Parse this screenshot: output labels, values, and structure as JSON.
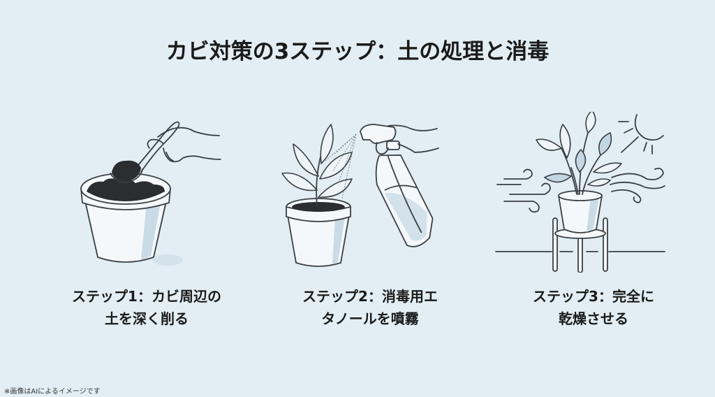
{
  "title": "カビ対策の3ステップ：土の処理と消毒",
  "steps": [
    {
      "line1": "ステップ1：カビ周辺の",
      "line2": "土を深く削る",
      "illustration": "hand-spoon-scooping-soil-from-pot"
    },
    {
      "line1": "ステップ2：消毒用エ",
      "line2": "タノールを噴霧",
      "illustration": "hand-spraying-bottle-over-potted-plant"
    },
    {
      "line1": "ステップ3：完全に",
      "line2": "乾燥させる",
      "illustration": "potted-plant-on-stand-with-sun-and-wind"
    }
  ],
  "footnote": "※画像はAIによるイメージです",
  "colors": {
    "background": "#e2eef3",
    "text": "#1a1a1a",
    "line": "#3a3f44",
    "accent_blue": "#c3d6e3",
    "soil": "#2b2d30"
  }
}
